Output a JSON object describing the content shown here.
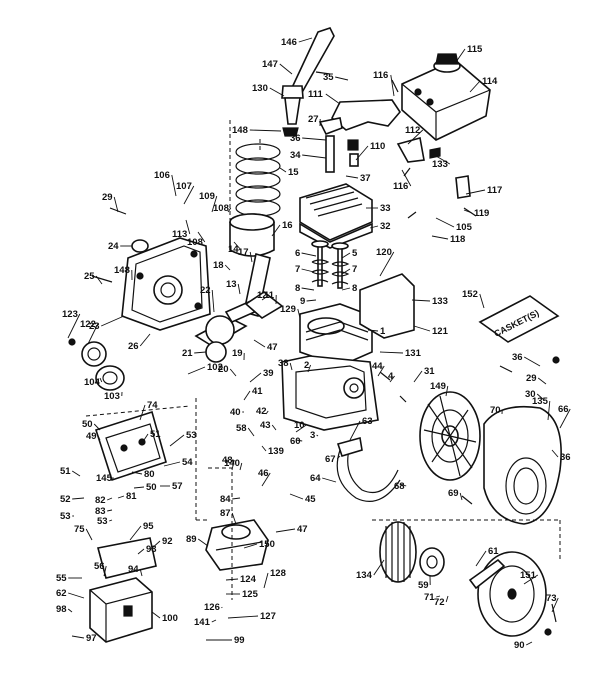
{
  "diagram": {
    "decal_text": "CASKET(S)",
    "callouts": [
      {
        "id": "c146",
        "label": "146"
      },
      {
        "id": "c147",
        "label": "147"
      },
      {
        "id": "c130",
        "label": "130"
      },
      {
        "id": "c148a",
        "label": "148"
      },
      {
        "id": "c35",
        "label": "35"
      },
      {
        "id": "c116a",
        "label": "116"
      },
      {
        "id": "c115",
        "label": "115"
      },
      {
        "id": "c114",
        "label": "114"
      },
      {
        "id": "c111",
        "label": "111"
      },
      {
        "id": "c27",
        "label": "27"
      },
      {
        "id": "c36",
        "label": "36"
      },
      {
        "id": "c34",
        "label": "34"
      },
      {
        "id": "c110",
        "label": "110"
      },
      {
        "id": "c37",
        "label": "37"
      },
      {
        "id": "c112",
        "label": "112"
      },
      {
        "id": "c133a",
        "label": "133"
      },
      {
        "id": "c116b",
        "label": "116"
      },
      {
        "id": "c117",
        "label": "117"
      },
      {
        "id": "c15",
        "label": "15"
      },
      {
        "id": "c106",
        "label": "106"
      },
      {
        "id": "c107",
        "label": "107"
      },
      {
        "id": "c109",
        "label": "109"
      },
      {
        "id": "c29a",
        "label": "29"
      },
      {
        "id": "c113",
        "label": "113"
      },
      {
        "id": "c108a",
        "label": "108"
      },
      {
        "id": "c108b",
        "label": "108"
      },
      {
        "id": "c33",
        "label": "33"
      },
      {
        "id": "c32",
        "label": "32"
      },
      {
        "id": "c119",
        "label": "119"
      },
      {
        "id": "c105",
        "label": "105"
      },
      {
        "id": "c14",
        "label": "14"
      },
      {
        "id": "c16",
        "label": "16"
      },
      {
        "id": "c24",
        "label": "24"
      },
      {
        "id": "c118",
        "label": "118"
      },
      {
        "id": "c6",
        "label": "6"
      },
      {
        "id": "c5",
        "label": "5"
      },
      {
        "id": "c120",
        "label": "120"
      },
      {
        "id": "c17",
        "label": "17"
      },
      {
        "id": "c18",
        "label": "18"
      },
      {
        "id": "c148b",
        "label": "148"
      },
      {
        "id": "c7a",
        "label": "7"
      },
      {
        "id": "c7b",
        "label": "7"
      },
      {
        "id": "c25",
        "label": "25"
      },
      {
        "id": "c13",
        "label": "13"
      },
      {
        "id": "c8a",
        "label": "8"
      },
      {
        "id": "c8b",
        "label": "8"
      },
      {
        "id": "c22",
        "label": "22"
      },
      {
        "id": "c152",
        "label": "152"
      },
      {
        "id": "c9",
        "label": "9"
      },
      {
        "id": "c133b",
        "label": "133"
      },
      {
        "id": "c12",
        "label": "12"
      },
      {
        "id": "c11",
        "label": "11"
      },
      {
        "id": "c129",
        "label": "129"
      },
      {
        "id": "c1",
        "label": "1"
      },
      {
        "id": "c23",
        "label": "23"
      },
      {
        "id": "c123",
        "label": "123"
      },
      {
        "id": "c122",
        "label": "122"
      },
      {
        "id": "c121",
        "label": "121"
      },
      {
        "id": "c26",
        "label": "26"
      },
      {
        "id": "c21",
        "label": "21"
      },
      {
        "id": "c47a",
        "label": "47"
      },
      {
        "id": "c19",
        "label": "19"
      },
      {
        "id": "c131",
        "label": "131"
      },
      {
        "id": "c38",
        "label": "38"
      },
      {
        "id": "c20",
        "label": "20"
      },
      {
        "id": "c2",
        "label": "2"
      },
      {
        "id": "c36b",
        "label": "36"
      },
      {
        "id": "c102",
        "label": "102"
      },
      {
        "id": "c39",
        "label": "39"
      },
      {
        "id": "c44",
        "label": "44"
      },
      {
        "id": "c31",
        "label": "31"
      },
      {
        "id": "c104",
        "label": "104"
      },
      {
        "id": "c29b",
        "label": "29"
      },
      {
        "id": "c4",
        "label": "4"
      },
      {
        "id": "c149",
        "label": "149"
      },
      {
        "id": "c103",
        "label": "103"
      },
      {
        "id": "c41",
        "label": "41"
      },
      {
        "id": "c30",
        "label": "30"
      },
      {
        "id": "c74",
        "label": "74"
      },
      {
        "id": "c40",
        "label": "40"
      },
      {
        "id": "c70",
        "label": "70"
      },
      {
        "id": "c135",
        "label": "135"
      },
      {
        "id": "c66",
        "label": "66"
      },
      {
        "id": "c42",
        "label": "42"
      },
      {
        "id": "c50a",
        "label": "50"
      },
      {
        "id": "c49",
        "label": "49"
      },
      {
        "id": "c51a",
        "label": "51"
      },
      {
        "id": "c43",
        "label": "43"
      },
      {
        "id": "c3",
        "label": "3"
      },
      {
        "id": "c63",
        "label": "63"
      },
      {
        "id": "c58",
        "label": "58"
      },
      {
        "id": "c10",
        "label": "10"
      },
      {
        "id": "c60",
        "label": "60"
      },
      {
        "id": "c53a",
        "label": "53"
      },
      {
        "id": "c139",
        "label": "139"
      },
      {
        "id": "c67",
        "label": "67"
      },
      {
        "id": "c36c",
        "label": "36"
      },
      {
        "id": "c80",
        "label": "80"
      },
      {
        "id": "c140",
        "label": "140"
      },
      {
        "id": "c48",
        "label": "48"
      },
      {
        "id": "c54",
        "label": "54"
      },
      {
        "id": "c145",
        "label": "145"
      },
      {
        "id": "c51b",
        "label": "51"
      },
      {
        "id": "c64",
        "label": "64"
      },
      {
        "id": "c57",
        "label": "57"
      },
      {
        "id": "c46",
        "label": "46"
      },
      {
        "id": "c68",
        "label": "68"
      },
      {
        "id": "c50b",
        "label": "50"
      },
      {
        "id": "c52",
        "label": "52"
      },
      {
        "id": "c82",
        "label": "82"
      },
      {
        "id": "c84",
        "label": "84"
      },
      {
        "id": "c45",
        "label": "45"
      },
      {
        "id": "c69",
        "label": "69"
      },
      {
        "id": "c83",
        "label": "83"
      },
      {
        "id": "c53b",
        "label": "53"
      },
      {
        "id": "c81",
        "label": "81"
      },
      {
        "id": "c53c",
        "label": "53"
      },
      {
        "id": "c87",
        "label": "87"
      },
      {
        "id": "c47b",
        "label": "47"
      },
      {
        "id": "c95",
        "label": "95"
      },
      {
        "id": "c75",
        "label": "75"
      },
      {
        "id": "c89",
        "label": "89"
      },
      {
        "id": "c150",
        "label": "150"
      },
      {
        "id": "c92",
        "label": "92"
      },
      {
        "id": "c93",
        "label": "93"
      },
      {
        "id": "c134",
        "label": "134"
      },
      {
        "id": "c61",
        "label": "61"
      },
      {
        "id": "c55",
        "label": "55"
      },
      {
        "id": "c56",
        "label": "56"
      },
      {
        "id": "c94",
        "label": "94"
      },
      {
        "id": "c124",
        "label": "124"
      },
      {
        "id": "c128",
        "label": "128"
      },
      {
        "id": "c59",
        "label": "59"
      },
      {
        "id": "c151",
        "label": "151"
      },
      {
        "id": "c62",
        "label": "62"
      },
      {
        "id": "c125",
        "label": "125"
      },
      {
        "id": "c71",
        "label": "71"
      },
      {
        "id": "c72",
        "label": "72"
      },
      {
        "id": "c73",
        "label": "73"
      },
      {
        "id": "c98",
        "label": "98"
      },
      {
        "id": "c126",
        "label": "126"
      },
      {
        "id": "c100",
        "label": "100"
      },
      {
        "id": "c141",
        "label": "141"
      },
      {
        "id": "c127",
        "label": "127"
      },
      {
        "id": "c97",
        "label": "97"
      },
      {
        "id": "c99",
        "label": "99"
      },
      {
        "id": "c90",
        "label": "90"
      }
    ]
  }
}
